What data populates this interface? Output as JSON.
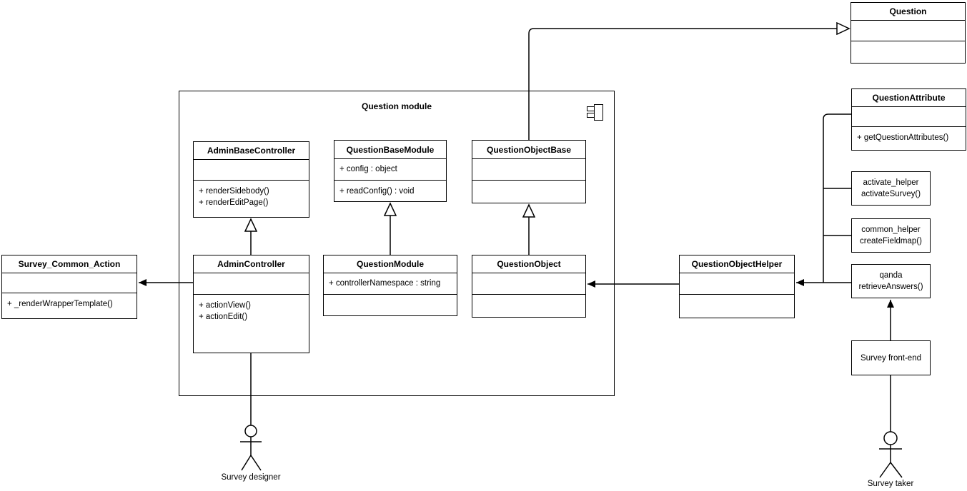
{
  "colors": {
    "line": "#000000",
    "background": "#ffffff",
    "text": "#000000"
  },
  "package": {
    "title": "Question module",
    "icon": "uml-component-icon"
  },
  "classes": {
    "question": {
      "name": "Question",
      "attributes": [],
      "methods": []
    },
    "question_attribute": {
      "name": "QuestionAttribute",
      "attributes": [],
      "methods": [
        "+ getQuestionAttributes()"
      ]
    },
    "admin_base_controller": {
      "name": "AdminBaseController",
      "attributes": [],
      "methods": [
        "+ renderSidebody()",
        "+ renderEditPage()"
      ]
    },
    "question_base_module": {
      "name": "QuestionBaseModule",
      "attributes": [
        "+ config : object"
      ],
      "methods": [
        "+ readConfig() : void"
      ]
    },
    "question_object_base": {
      "name": "QuestionObjectBase",
      "attributes": [],
      "methods": []
    },
    "admin_controller": {
      "name": "AdminController",
      "attributes": [],
      "methods": [
        "+ actionView()",
        "+ actionEdit()"
      ]
    },
    "question_module": {
      "name": "QuestionModule",
      "attributes": [
        "+ controllerNamespace : string"
      ],
      "methods": []
    },
    "question_object": {
      "name": "QuestionObject",
      "attributes": [],
      "methods": []
    },
    "question_object_helper": {
      "name": "QuestionObjectHelper",
      "attributes": [],
      "methods": []
    },
    "survey_common_action": {
      "name": "Survey_Common_Action",
      "attributes": [],
      "methods": [
        "+ _renderWrapperTemplate()"
      ]
    }
  },
  "helper_nodes": {
    "activate": {
      "line1": "activate_helper",
      "line2": "activateSurvey()"
    },
    "common": {
      "line1": "common_helper",
      "line2": "createFieldmap()"
    },
    "qanda": {
      "line1": "qanda",
      "line2": "retrieveAnswers()"
    }
  },
  "nodes": {
    "survey_front_end": {
      "label": "Survey front-end"
    }
  },
  "actors": {
    "survey_designer": {
      "label": "Survey designer"
    },
    "survey_taker": {
      "label": "Survey taker"
    }
  }
}
